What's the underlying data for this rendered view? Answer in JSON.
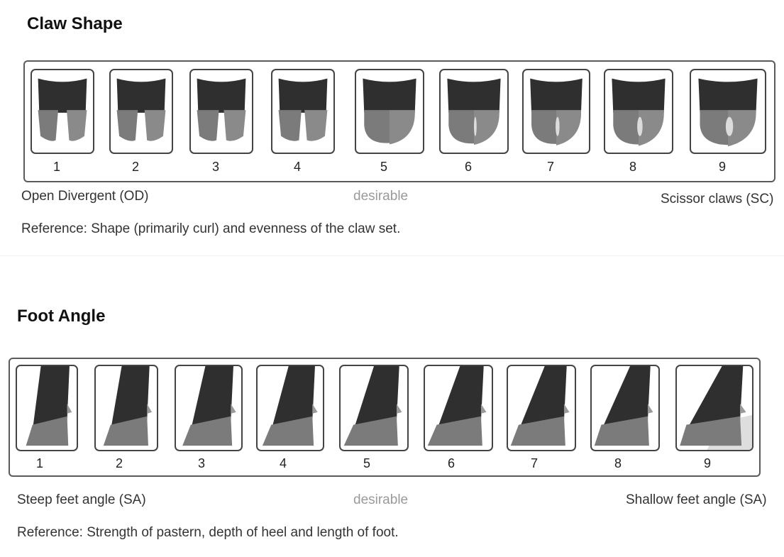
{
  "claw": {
    "title": "Claw Shape",
    "numbers": [
      "1",
      "2",
      "3",
      "4",
      "5",
      "6",
      "7",
      "8",
      "9"
    ],
    "left_label": "Open Divergent (OD)",
    "middle_label": "desirable",
    "right_label": "Scissor claws (SC)",
    "reference": "Reference: Shape (primarily curl) and evenness of the claw set."
  },
  "foot": {
    "title": "Foot  Angle",
    "numbers": [
      "1",
      "2",
      "3",
      "4",
      "5",
      "6",
      "7",
      "8",
      "9"
    ],
    "left_label": "Steep feet angle  (SA)",
    "middle_label": "desirable",
    "right_label": "Shallow feet angle  (SA)",
    "reference": "Reference: Strength of pastern, depth of heel and length of foot."
  },
  "colors": {
    "hair": "#2f2f2f",
    "hoof": "#7b7b7b",
    "frame": "#5a5a5a"
  }
}
